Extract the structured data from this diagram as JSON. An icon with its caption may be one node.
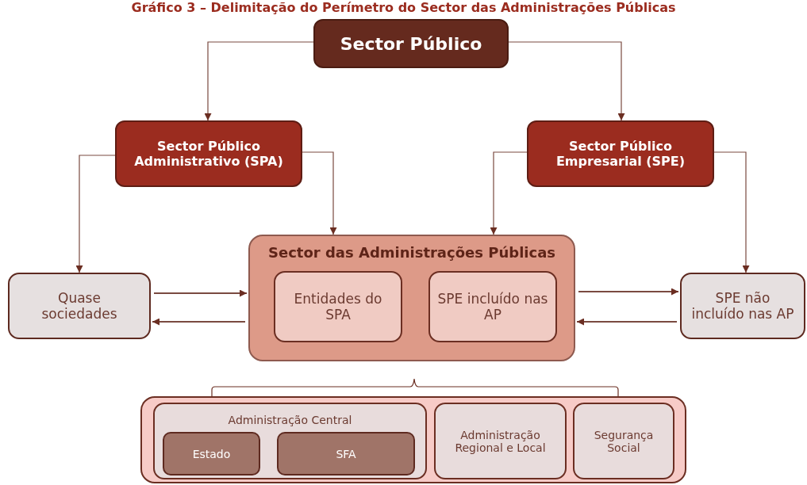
{
  "diagram": {
    "title": "Gráfico 3 – Delimitação do Perímetro do Sector das Administrações Públicas",
    "nodes": [
      {
        "text": [
          "Sector Público"
        ]
      },
      {
        "text": [
          "Sector Público Administrativo (SPA)"
        ]
      },
      {
        "text": [
          "Sector Público Empresarial (SPE)"
        ]
      },
      {
        "text": [
          "Quase sociedades"
        ]
      },
      {
        "text": [
          "Sector das Administrações Públicas"
        ]
      },
      {
        "text": [
          "Entidades do SPA"
        ],
        "in": 4
      },
      {
        "text": [
          "SPE incluído nas AP"
        ],
        "in": 4
      },
      {
        "text": [
          "SPE não incluído nas AP"
        ]
      },
      {
        "text": [],
        "shape": "box"
      },
      {
        "text": [
          "Administração Central"
        ],
        "in": 8
      },
      {
        "text": [
          "Estado"
        ],
        "in": 9
      },
      {
        "text": [
          "SFA"
        ],
        "in": 9
      },
      {
        "text": [
          "Administração Regional e Local"
        ],
        "in": 8
      },
      {
        "text": [
          "Segurança Social"
        ],
        "in": 8
      }
    ],
    "edges": [
      {
        "from": 0,
        "to": 1,
        "arrow": "to"
      },
      {
        "from": 0,
        "to": 2,
        "arrow": "to"
      },
      {
        "from": 1,
        "to": 3,
        "arrow": "to"
      },
      {
        "from": 1,
        "to": 4,
        "arrow": "to"
      },
      {
        "from": 2,
        "to": 4,
        "arrow": "to"
      },
      {
        "from": 2,
        "to": 7,
        "arrow": "to"
      },
      {
        "from": 3,
        "to": 4,
        "arrow": "to"
      },
      {
        "from": 4,
        "to": 3,
        "arrow": "to"
      },
      {
        "from": 4,
        "to": 7,
        "arrow": "to"
      },
      {
        "from": 7,
        "to": 4,
        "arrow": "to"
      }
    ]
  }
}
